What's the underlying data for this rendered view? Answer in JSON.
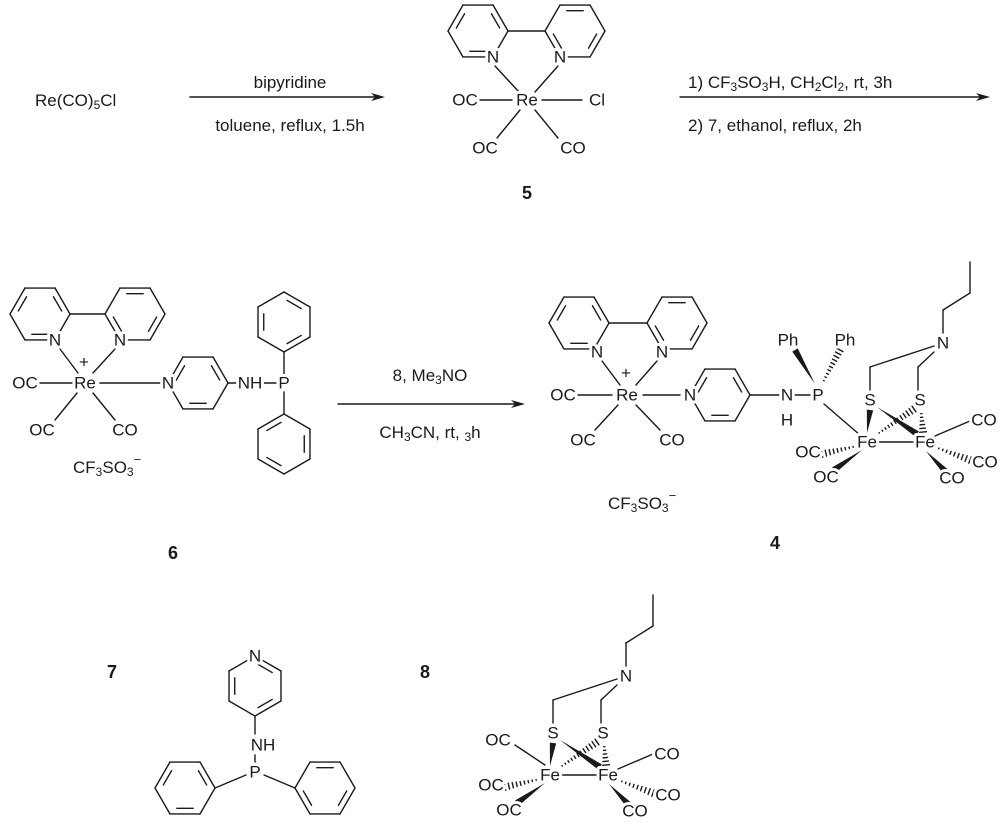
{
  "scheme": {
    "start_material": [
      {
        "t": "Re(CO)"
      },
      {
        "s": "5"
      },
      {
        "t": "Cl"
      }
    ],
    "step1": {
      "above": [
        {
          "t": "bipyridine"
        }
      ],
      "below": [
        {
          "t": "toluene, reflux, 1.5h"
        }
      ]
    },
    "step2": {
      "line1": [
        {
          "t": "1) CF"
        },
        {
          "s": "3"
        },
        {
          "t": "SO"
        },
        {
          "s": "3"
        },
        {
          "t": "H, CH"
        },
        {
          "s": "2"
        },
        {
          "t": "Cl"
        },
        {
          "s": "2"
        },
        {
          "t": ", rt, 3h"
        }
      ],
      "line2": [
        {
          "t": "2) 7, ethanol, reflux, 2h"
        }
      ]
    },
    "step3": {
      "above": [
        {
          "t": "8, Me"
        },
        {
          "s": "3"
        },
        {
          "t": "NO"
        }
      ],
      "below": [
        {
          "t": "CH"
        },
        {
          "s": "3"
        },
        {
          "t": "CN, rt, "
        },
        {
          "s": "3"
        },
        {
          "t": "h"
        }
      ]
    }
  },
  "compounds": {
    "c5": {
      "label": "5",
      "atoms": {
        "n1": "N",
        "n2": "N",
        "re": "Re",
        "oc1": "OC",
        "cl": "Cl",
        "oc2": "OC",
        "co": "CO"
      }
    },
    "c6": {
      "label": "6",
      "charge": "+",
      "counterion": [
        {
          "t": "CF"
        },
        {
          "s": "3"
        },
        {
          "t": "SO"
        },
        {
          "s": "3"
        },
        {
          "p": "−"
        }
      ],
      "atoms": {
        "n1": "N",
        "n2": "N",
        "re": "Re",
        "oc1": "OC",
        "oc2": "OC",
        "co": "CO",
        "npy": "N",
        "nh": "NH",
        "p": "P"
      }
    },
    "c4": {
      "label": "4",
      "charge": "+",
      "counterion": [
        {
          "t": "CF"
        },
        {
          "s": "3"
        },
        {
          "t": "SO"
        },
        {
          "s": "3"
        },
        {
          "p": "−"
        }
      ],
      "atoms": {
        "n1": "N",
        "n2": "N",
        "re": "Re",
        "oc1": "OC",
        "oc2": "OC",
        "co": "CO",
        "npy": "N",
        "n": "N",
        "h": "H",
        "p": "P",
        "ph1": "Ph",
        "ph2": "Ph",
        "s1": "S",
        "s2": "S",
        "fe1": "Fe",
        "fe2": "Fe",
        "namine": "N",
        "oc3": "OC",
        "oc4": "OC",
        "co2": "CO",
        "co3": "CO",
        "co4": "CO"
      }
    },
    "c7": {
      "label": "7",
      "atoms": {
        "npy": "N",
        "nh": "NH",
        "p": "P"
      }
    },
    "c8": {
      "label": "8",
      "atoms": {
        "namine": "N",
        "s1": "S",
        "s2": "S",
        "fe1": "Fe",
        "fe2": "Fe",
        "oc1": "OC",
        "oc2": "OC",
        "oc3": "OC",
        "co1": "CO",
        "co2": "CO",
        "co3": "CO"
      }
    }
  }
}
